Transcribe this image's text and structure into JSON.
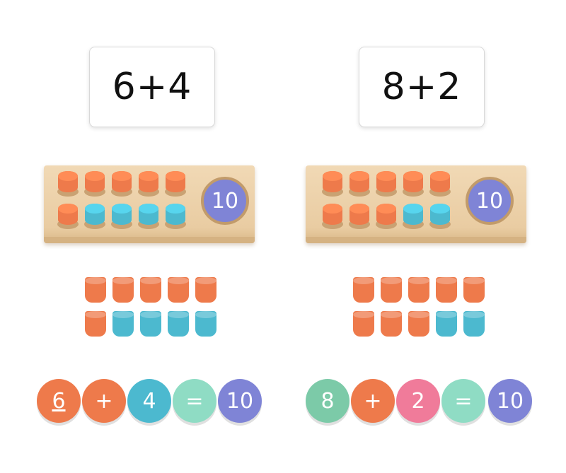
{
  "colors": {
    "orange": "#ee7a4b",
    "teal": "#4cb9cf",
    "purple": "#7f84d6",
    "mint": "#8fdcc4",
    "green": "#7ccaa8",
    "pink": "#f07b9a",
    "wood": "#ecd0a6"
  },
  "left": {
    "card": "6+4",
    "board_disc": "10",
    "pegs_top": [
      "orange",
      "orange",
      "orange",
      "orange",
      "orange"
    ],
    "pegs_bottom": [
      "orange",
      "teal",
      "teal",
      "teal",
      "teal"
    ],
    "loose_top": [
      "orange",
      "orange",
      "orange",
      "orange",
      "orange"
    ],
    "loose_bottom": [
      "orange",
      "teal",
      "teal",
      "teal",
      "teal"
    ],
    "discs": [
      {
        "label": "6",
        "color": "orange"
      },
      {
        "label": "+",
        "color": "orange"
      },
      {
        "label": "4",
        "color": "teal"
      },
      {
        "label": "=",
        "color": "mint"
      },
      {
        "label": "10",
        "color": "purple"
      }
    ]
  },
  "right": {
    "card": "8+2",
    "board_disc": "10",
    "pegs_top": [
      "orange",
      "orange",
      "orange",
      "orange",
      "orange"
    ],
    "pegs_bottom": [
      "orange",
      "orange",
      "orange",
      "teal",
      "teal"
    ],
    "loose_top": [
      "orange",
      "orange",
      "orange",
      "orange",
      "orange"
    ],
    "loose_bottom": [
      "orange",
      "orange",
      "orange",
      "teal",
      "teal"
    ],
    "discs": [
      {
        "label": "8",
        "color": "green"
      },
      {
        "label": "+",
        "color": "orange"
      },
      {
        "label": "2",
        "color": "pink"
      },
      {
        "label": "=",
        "color": "mint"
      },
      {
        "label": "10",
        "color": "purple"
      }
    ]
  }
}
